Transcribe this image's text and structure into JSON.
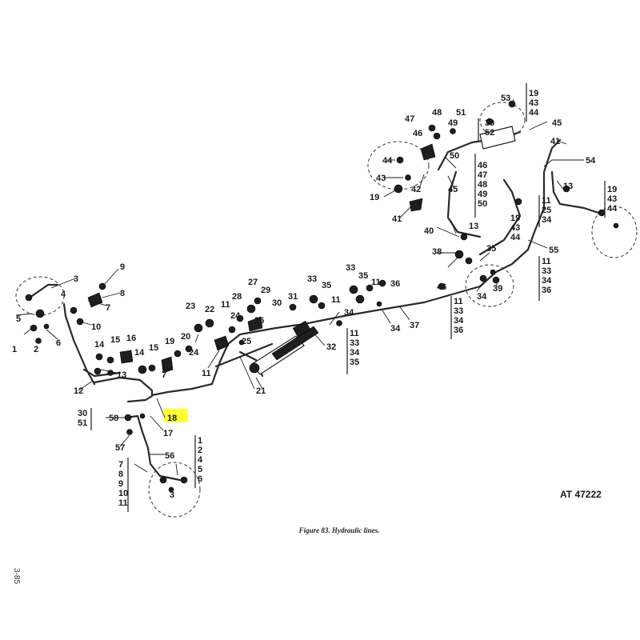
{
  "figure": {
    "caption": "Figure 83. Hydraulic lines.",
    "artwork_number": "AT 47222",
    "page_number": "3-85",
    "highlight_color": "#ffff33",
    "highlighted_callout": "18"
  },
  "callouts": [
    "1",
    "2",
    "3",
    "4",
    "5",
    "6",
    "7",
    "8",
    "9",
    "10",
    "11",
    "12",
    "13",
    "14",
    "15",
    "16",
    "17",
    "18",
    "19",
    "20",
    "21",
    "22",
    "23",
    "24",
    "25",
    "26",
    "27",
    "28",
    "29",
    "30",
    "31",
    "32",
    "33",
    "34",
    "35",
    "36",
    "37",
    "38",
    "39",
    "40",
    "41",
    "42",
    "43",
    "44",
    "45",
    "46",
    "47",
    "48",
    "49",
    "50",
    "51",
    "52",
    "53",
    "54",
    "55",
    "56",
    "57",
    "58"
  ],
  "callout_groups": [
    [
      "11",
      "33",
      "34",
      "35"
    ],
    [
      "11",
      "33",
      "34",
      "36"
    ],
    [
      "11",
      "25",
      "34"
    ],
    [
      "19",
      "43",
      "44"
    ],
    [
      "46",
      "47",
      "48",
      "49",
      "50"
    ],
    [
      "30",
      "52"
    ],
    [
      "30",
      "51"
    ],
    [
      "7",
      "8",
      "9",
      "10",
      "11"
    ],
    [
      "1",
      "2",
      "4",
      "5",
      "6"
    ]
  ]
}
